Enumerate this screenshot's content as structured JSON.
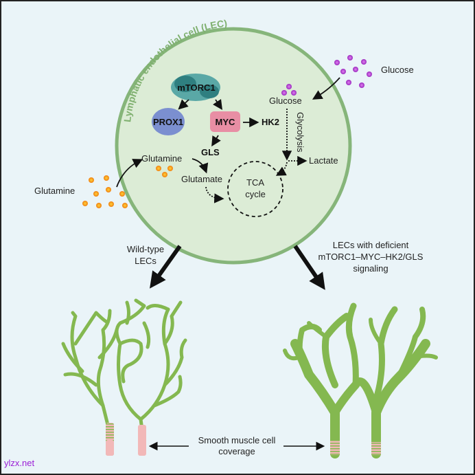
{
  "cell": {
    "title": "Lymphatic endothelial cell (LEC)",
    "mtorc1": "mTORC1",
    "prox1": "PROX1",
    "myc": "MYC",
    "hk2": "HK2",
    "gls": "GLS",
    "glucose_inside": "Glucose",
    "glycolysis": "Glycolysis",
    "lactate": "Lactate",
    "glutamine_inside": "Glutamine",
    "glutamate": "Glutamate",
    "tca_line1": "TCA",
    "tca_line2": "cycle"
  },
  "outside": {
    "glucose": "Glucose",
    "glutamine": "Glutamine"
  },
  "branches": {
    "left_line1": "Wild-type",
    "left_line2": "LECs",
    "right_line1": "LECs with deficient",
    "right_line2": "mTORC1–MYC–HK2/GLS",
    "right_line3": "signaling"
  },
  "bottom": {
    "smc_line1": "Smooth muscle cell",
    "smc_line2": "coverage"
  },
  "watermark": "ylzx.net",
  "colors": {
    "background": "#eaf4f8",
    "cell_fill": "#dcecd6",
    "cell_border": "#86b57a",
    "vessel": "#84b850",
    "smc": "#f2b8b8",
    "mtorc1": "#3d8f8f",
    "prox1": "#6f83c8",
    "myc": "#e58aa0",
    "glucose_dot": "#b43fcf",
    "glutamine_dot": "#f39a12"
  }
}
